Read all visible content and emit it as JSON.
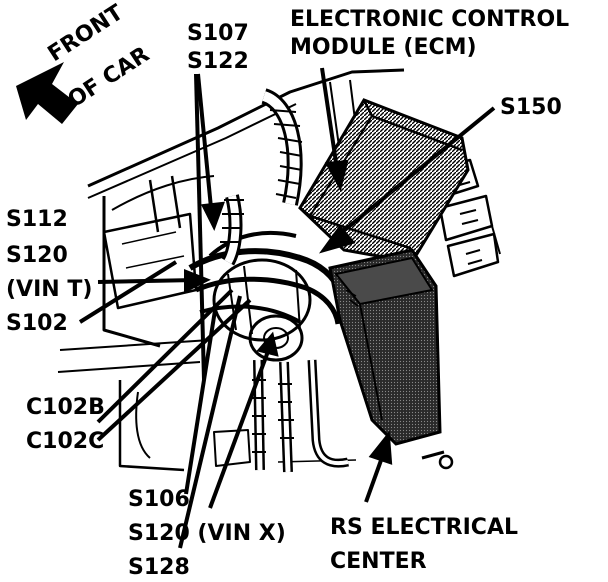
{
  "labels": {
    "front_line1": "FRONT",
    "front_line2": "OF CAR",
    "s107": "S107",
    "s122": "S122",
    "ecm_line1": "ELECTRONIC CONTROL",
    "ecm_line2": "MODULE (ECM)",
    "s150": "S150",
    "s112": "S112",
    "s120": "S120",
    "vin_t": "(VIN T)",
    "s102": "S102",
    "c102b": "C102B",
    "c102c": "C102C",
    "s106": "S106",
    "s120_vin_x": "S120 (VIN X)",
    "s128": "S128",
    "rs_line1": "RS ELECTRICAL",
    "rs_line2": "CENTER"
  },
  "colors": {
    "ink": "#000000",
    "paper": "#ffffff",
    "shade": "#555555"
  }
}
